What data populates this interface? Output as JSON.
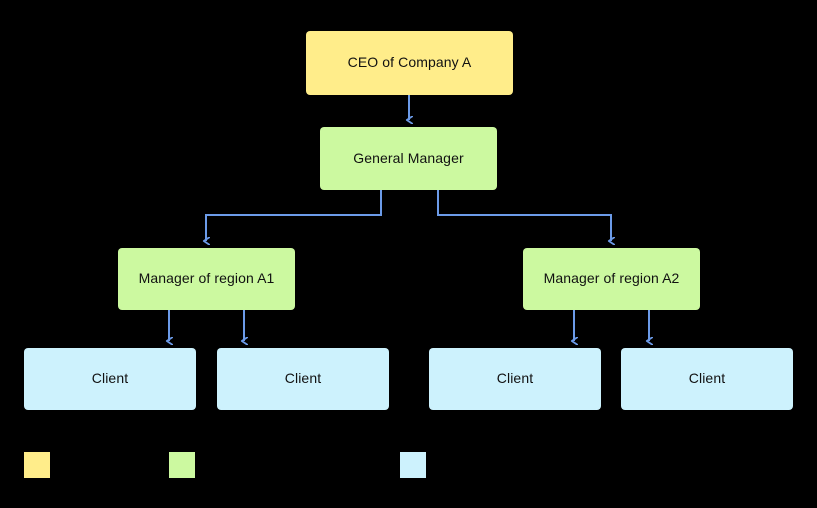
{
  "diagram": {
    "type": "org-chart",
    "background_color": "#000000",
    "connector_color": "#6c9be8",
    "nodes": [
      {
        "id": "ceo",
        "label": "CEO of Company A",
        "color": "#ffed8a",
        "level": 0
      },
      {
        "id": "gm",
        "label": "General Manager",
        "color": "#ccf9a0",
        "level": 1
      },
      {
        "id": "mgr_a1",
        "label": "Manager of region A1",
        "color": "#ccf9a0",
        "level": 2
      },
      {
        "id": "mgr_a2",
        "label": "Manager of region A2",
        "color": "#ccf9a0",
        "level": 2
      },
      {
        "id": "client1",
        "label": "Client",
        "color": "#cdf2fd",
        "level": 3
      },
      {
        "id": "client2",
        "label": "Client",
        "color": "#cdf2fd",
        "level": 3
      },
      {
        "id": "client3",
        "label": "Client",
        "color": "#cdf2fd",
        "level": 3
      },
      {
        "id": "client4",
        "label": "Client",
        "color": "#cdf2fd",
        "level": 3
      }
    ],
    "edges": [
      {
        "from": "ceo",
        "to": "gm"
      },
      {
        "from": "gm",
        "to": "mgr_a1"
      },
      {
        "from": "gm",
        "to": "mgr_a2"
      },
      {
        "from": "mgr_a1",
        "to": "client1"
      },
      {
        "from": "mgr_a1",
        "to": "client2"
      },
      {
        "from": "mgr_a2",
        "to": "client3"
      },
      {
        "from": "mgr_a2",
        "to": "client4"
      }
    ]
  },
  "legend": {
    "items": [
      {
        "color": "#ffed8a",
        "label": ""
      },
      {
        "color": "#ccf9a0",
        "label": ""
      },
      {
        "color": "#cdf2fd",
        "label": ""
      }
    ]
  }
}
